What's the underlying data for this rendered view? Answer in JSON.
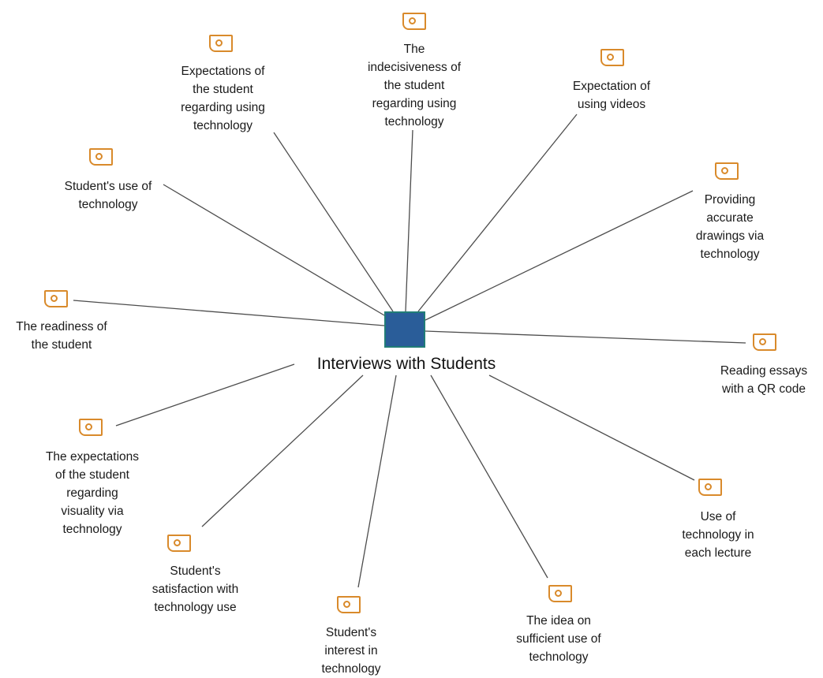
{
  "center": {
    "label": "Interviews with Students",
    "color": "#2a5d99"
  },
  "codes": [
    {
      "id": "expectations-technology",
      "label": "Expectations of\nthe student\nregarding using\ntechnology",
      "icon": "code-tag-icon"
    },
    {
      "id": "indecisiveness",
      "label": "The\nindecisiveness of\nthe student\nregarding using\ntechnology",
      "icon": "code-tag-icon"
    },
    {
      "id": "expectation-videos",
      "label": "Expectation of\nusing videos",
      "icon": "code-tag-icon"
    },
    {
      "id": "accurate-drawings",
      "label": "Providing\naccurate\ndrawings via\ntechnology",
      "icon": "code-tag-icon"
    },
    {
      "id": "students-use",
      "label": "Student's use of\ntechnology",
      "icon": "code-tag-icon"
    },
    {
      "id": "readiness",
      "label": "The readiness of\nthe student",
      "icon": "code-tag-icon"
    },
    {
      "id": "qr-code",
      "label": "Reading essays\nwith a QR code",
      "icon": "code-tag-icon"
    },
    {
      "id": "visuality",
      "label": "The expectations\nof the student\nregarding\nvisuality via\ntechnology",
      "icon": "code-tag-icon"
    },
    {
      "id": "each-lecture",
      "label": "Use of\ntechnology in\neach lecture",
      "icon": "code-tag-icon"
    },
    {
      "id": "satisfaction",
      "label": "Student's\nsatisfaction with\ntechnology use",
      "icon": "code-tag-icon"
    },
    {
      "id": "interest",
      "label": "Student's\ninterest in\ntechnology",
      "icon": "code-tag-icon"
    },
    {
      "id": "sufficient-use",
      "label": "The idea on\nsufficient use of\ntechnology",
      "icon": "code-tag-icon"
    }
  ],
  "colors": {
    "icon": "#d98a2b",
    "edge": "#4d4d4d"
  }
}
